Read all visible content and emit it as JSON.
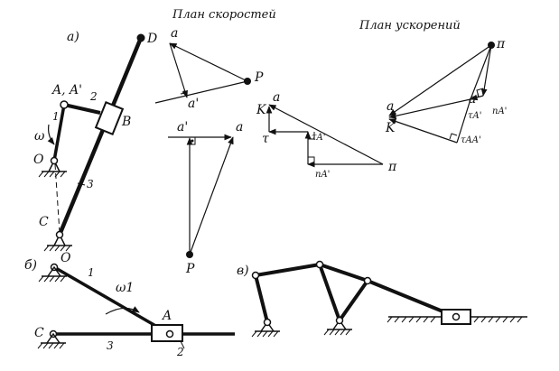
{
  "titles": {
    "velocity_plan": "План скоростей",
    "acceleration_plan": "План ускорений"
  },
  "parts": {
    "a": "а)",
    "b": "б)",
    "c": "в)"
  },
  "mechanism_a": {
    "D": "D",
    "B": "B",
    "C": "C",
    "O": "O",
    "AA": "A, A'",
    "omega": "ω",
    "n1": "1",
    "n2": "2",
    "n3": "3"
  },
  "velocity_plan": {
    "top": {
      "a": "a",
      "a_prime": "a'",
      "p": "P"
    },
    "bottom": {
      "a_prime": "a'",
      "a": "a",
      "p": "P"
    }
  },
  "acceleration_mid": {
    "a": "a",
    "k": "K",
    "tau": "τ",
    "tau_a": "τA'",
    "n_a": "nA'",
    "pi": "π"
  },
  "acceleration_right": {
    "pi": "π",
    "a": "a",
    "a_prime": "a'",
    "k": "K",
    "tau_a": "τA'",
    "n_a": "nA'",
    "tau_aa": "τAA'"
  },
  "mechanism_b": {
    "O": "O",
    "n1": "1",
    "omega": "ω1",
    "A": "A",
    "C": "C",
    "n3": "3",
    "n2": "2"
  },
  "mechanism_c": {}
}
